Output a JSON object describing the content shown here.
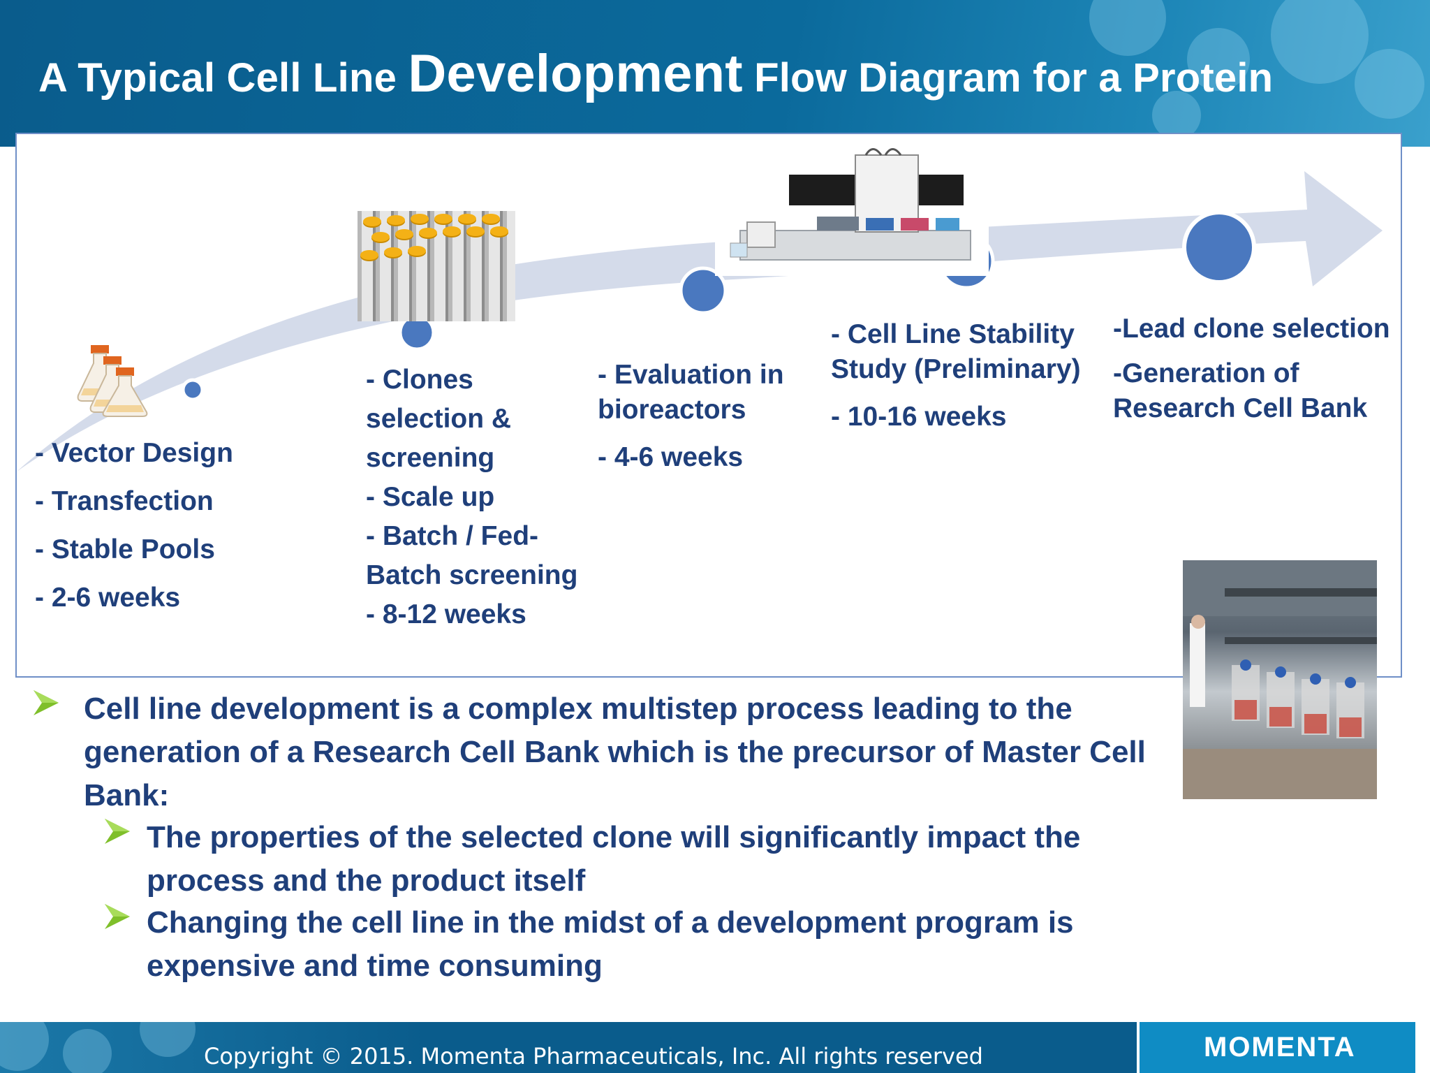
{
  "header": {
    "title_part1": "A Typical Cell Line ",
    "title_emphasis": "Development",
    "title_part2": " Flow Diagram for a Protein"
  },
  "stages": [
    {
      "lines": [
        "- Vector Design",
        "- Transfection",
        "- Stable Pools",
        "- 2-6 weeks"
      ]
    },
    {
      "lines": [
        "- Clones",
        "selection &",
        "screening",
        "- Scale up",
        "- Batch / Fed-",
        "Batch screening",
        "- 8-12 weeks"
      ]
    },
    {
      "lines": [
        "- Evaluation in",
        "bioreactors",
        "- 4-6 weeks"
      ]
    },
    {
      "lines": [
        "- Cell Line Stability",
        "Study (Preliminary)",
        "- 10-16 weeks"
      ]
    },
    {
      "lines": [
        "-Lead clone selection",
        "-Generation of",
        "Research Cell Bank"
      ]
    }
  ],
  "bullets": {
    "main": [
      "Cell line development is a complex multistep process leading to the",
      "generation of a Research Cell Bank which is the precursor of Master Cell",
      "Bank:"
    ],
    "sub1": [
      "The properties of the selected clone will significantly impact the",
      "process and the product itself"
    ],
    "sub2": [
      "Changing the cell line in the midst of a development program is",
      "expensive and time consuming"
    ]
  },
  "footer": {
    "copyright": "Copyright © 2015.  Momenta Pharmaceuticals, Inc.  All rights reserved",
    "logo": "MOMENTA"
  },
  "colors": {
    "header_bg": "#0a5c8c",
    "text_blue": "#1f3f7a",
    "arrow_fill": "#d4dbea",
    "dot_fill": "#4a78bf",
    "bullet_green": "#7fbf2a",
    "logo_bg": "#0f8cc4"
  }
}
